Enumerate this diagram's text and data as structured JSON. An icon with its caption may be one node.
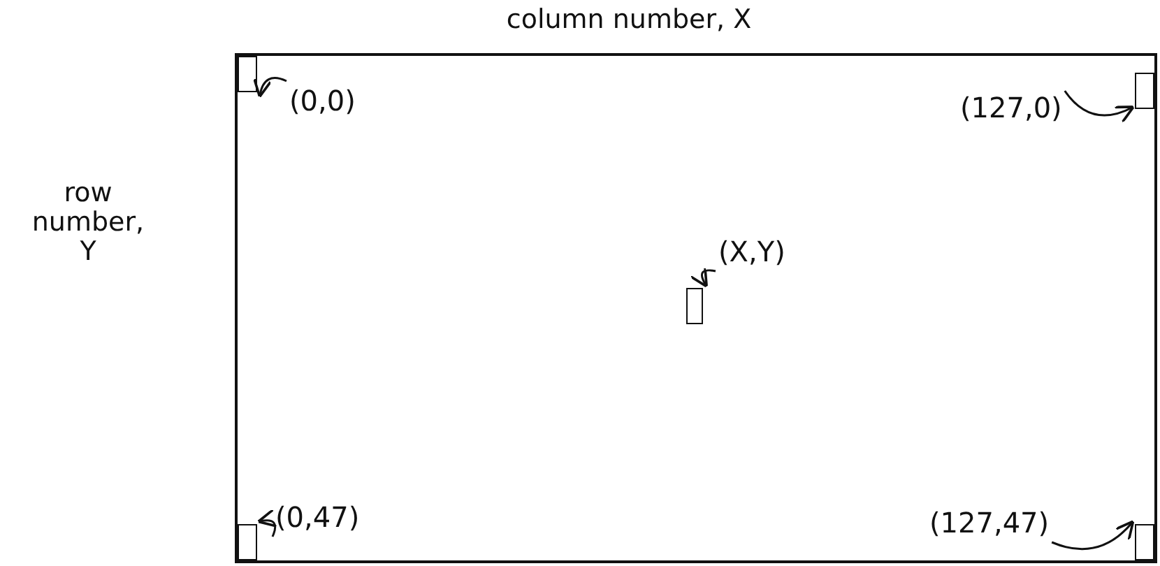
{
  "diagram": {
    "nodes": [
      {
        "text": [],
        "shape": "box"
      },
      {
        "text": [],
        "shape": "box",
        "in": 0
      },
      {
        "text": [
          "(0,0)"
        ],
        "in": 0
      },
      {
        "text": [
          "(127,0)"
        ],
        "in": 0
      },
      {
        "text": [],
        "shape": "box",
        "in": 0
      },
      {
        "text": [
          "(X,Y)"
        ],
        "in": 0
      },
      {
        "text": [],
        "shape": "box",
        "in": 0
      },
      {
        "text": [
          "(0,47)"
        ],
        "in": 0
      },
      {
        "text": [
          "(127,47)"
        ],
        "in": 0
      },
      {
        "text": [],
        "shape": "box",
        "in": 0
      },
      {
        "text": [],
        "shape": "box",
        "in": 0
      }
    ],
    "edges": [
      {
        "from": 2,
        "to": 1,
        "arrow": "to"
      },
      {
        "from": 3,
        "to": 4,
        "arrow": "to"
      },
      {
        "from": 5,
        "to": 6,
        "arrow": "to"
      },
      {
        "from": 7,
        "to": 9,
        "arrow": "to"
      },
      {
        "from": 8,
        "to": 10,
        "arrow": "to"
      }
    ],
    "labels": [
      "column number, X",
      "row number, Y"
    ]
  }
}
